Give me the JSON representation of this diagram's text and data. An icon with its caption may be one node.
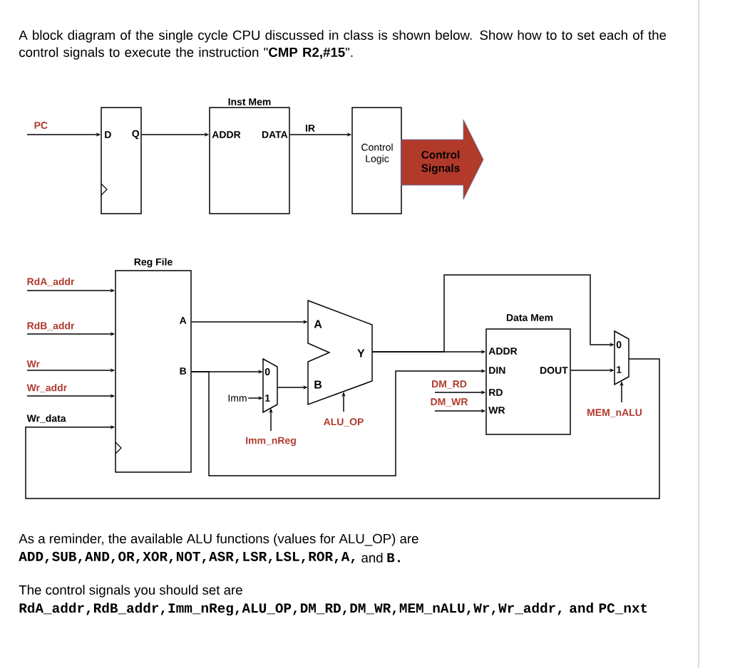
{
  "diagram": {
    "title": "A block diagram of the single cycle CPU discussed in class is shown below. Show how to to set each of the control signals to execute the instruction \"**CMP R2,#15**\".",
    "nodes": [
      {
        "text": [
          "D",
          "Q"
        ]
      },
      {
        "text": [
          "Inst Mem",
          "ADDR",
          "DATA"
        ]
      },
      {
        "text": [
          "Control Logic"
        ]
      },
      {
        "text": [
          "Control Signals"
        ]
      },
      {
        "text": [
          "Reg File",
          "A",
          "B"
        ]
      },
      {
        "text": [
          "A",
          "B",
          "Y"
        ]
      },
      {
        "text": [
          "0",
          "1"
        ]
      },
      {
        "text": [
          "Data Mem",
          "ADDR",
          "DIN",
          "DOUT",
          "RD",
          "WR"
        ]
      },
      {
        "text": [
          "0",
          "1"
        ]
      },
      {
        "text": [
          "Imm"
        ]
      }
    ],
    "edges": [
      {
        "from": null,
        "to": 0,
        "arrow": "to",
        "label": "PC"
      },
      {
        "from": 0,
        "to": 1,
        "arrow": "to"
      },
      {
        "from": 1,
        "to": 2,
        "arrow": "to",
        "label": "IR"
      },
      {
        "from": null,
        "to": 4,
        "arrow": "to",
        "label": "RdA_addr"
      },
      {
        "from": null,
        "to": 4,
        "arrow": "to",
        "label": "RdB_addr"
      },
      {
        "from": null,
        "to": 4,
        "arrow": "to",
        "label": "Wr"
      },
      {
        "from": null,
        "to": 4,
        "arrow": "to",
        "label": "Wr_addr"
      },
      {
        "from": 4,
        "to": 5,
        "arrow": "to"
      },
      {
        "from": 4,
        "to": 6,
        "arrow": "to"
      },
      {
        "from": 9,
        "to": 6,
        "arrow": "to"
      },
      {
        "from": null,
        "to": 6,
        "arrow": "to",
        "label": "Imm_nReg"
      },
      {
        "from": 6,
        "to": 5,
        "arrow": "to"
      },
      {
        "from": null,
        "to": 5,
        "arrow": "to",
        "label": "ALU_OP"
      },
      {
        "from": 5,
        "to": 7,
        "arrow": "to"
      },
      {
        "from": 5,
        "to": 8,
        "arrow": "to"
      },
      {
        "from": 4,
        "to": 7,
        "arrow": "to"
      },
      {
        "from": null,
        "to": 7,
        "arrow": "to",
        "label": "DM_RD"
      },
      {
        "from": null,
        "to": 7,
        "arrow": "to",
        "label": "DM_WR"
      },
      {
        "from": 7,
        "to": 8,
        "arrow": "to"
      },
      {
        "from": null,
        "to": 8,
        "arrow": "to",
        "label": "MEM_nALU"
      },
      {
        "from": 8,
        "to": 4,
        "arrow": "to",
        "label": "Wr_data"
      }
    ],
    "labels": [
      "As a reminder, the available ALU functions (values for ALU_OP) are",
      "ADD,SUB,AND,OR,XOR,NOT,ASR,LSR,LSL,ROR,A,",
      "and",
      "B.",
      "The control signals you should set are",
      "RdA_addr,RdB_addr,Imm_nReg,ALU_OP,DM_RD,DM_WR,MEM_nALU,Wr,Wr_addr, and PC_nxt"
    ]
  }
}
